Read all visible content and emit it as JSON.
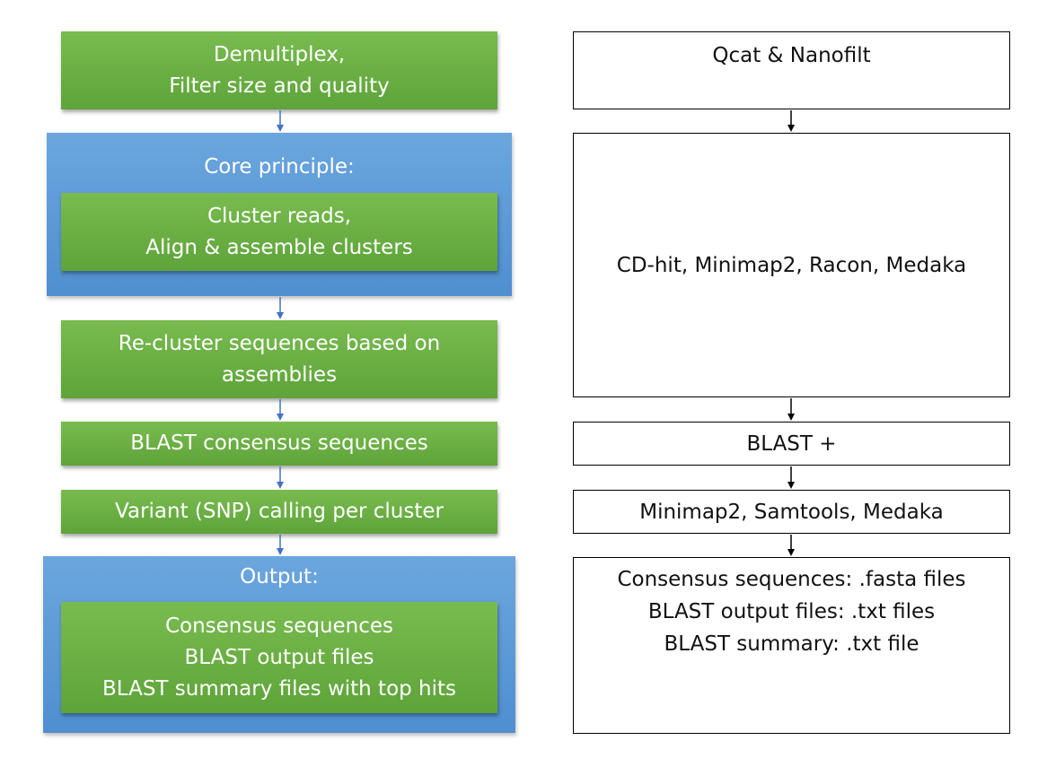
{
  "left": {
    "step1": [
      "Demultiplex,",
      "Filter size and quality"
    ],
    "core_title": "Core principle:",
    "core_step": [
      "Cluster reads,",
      "Align & assemble clusters"
    ],
    "step3": [
      "Re-cluster sequences based on",
      "assemblies"
    ],
    "step4": "BLAST consensus sequences",
    "step5": "Variant (SNP) calling per cluster",
    "output_title": "Output:",
    "output_items": [
      "Consensus sequences",
      "BLAST output files",
      "BLAST summary files with top hits"
    ]
  },
  "right": {
    "tool1": "Qcat & Nanofilt",
    "tool2": "CD-hit, Minimap2, Racon, Medaka",
    "tool3": "BLAST +",
    "tool4": "Minimap2, Samtools, Medaka",
    "tool5": [
      "Consensus sequences: .fasta files",
      "BLAST output files: .txt files",
      "BLAST summary: .txt file"
    ]
  },
  "colors": {
    "green": "#6aaf44",
    "blue": "#5b9bd5",
    "arrow_left": "#4472c4",
    "arrow_right": "#000000"
  }
}
